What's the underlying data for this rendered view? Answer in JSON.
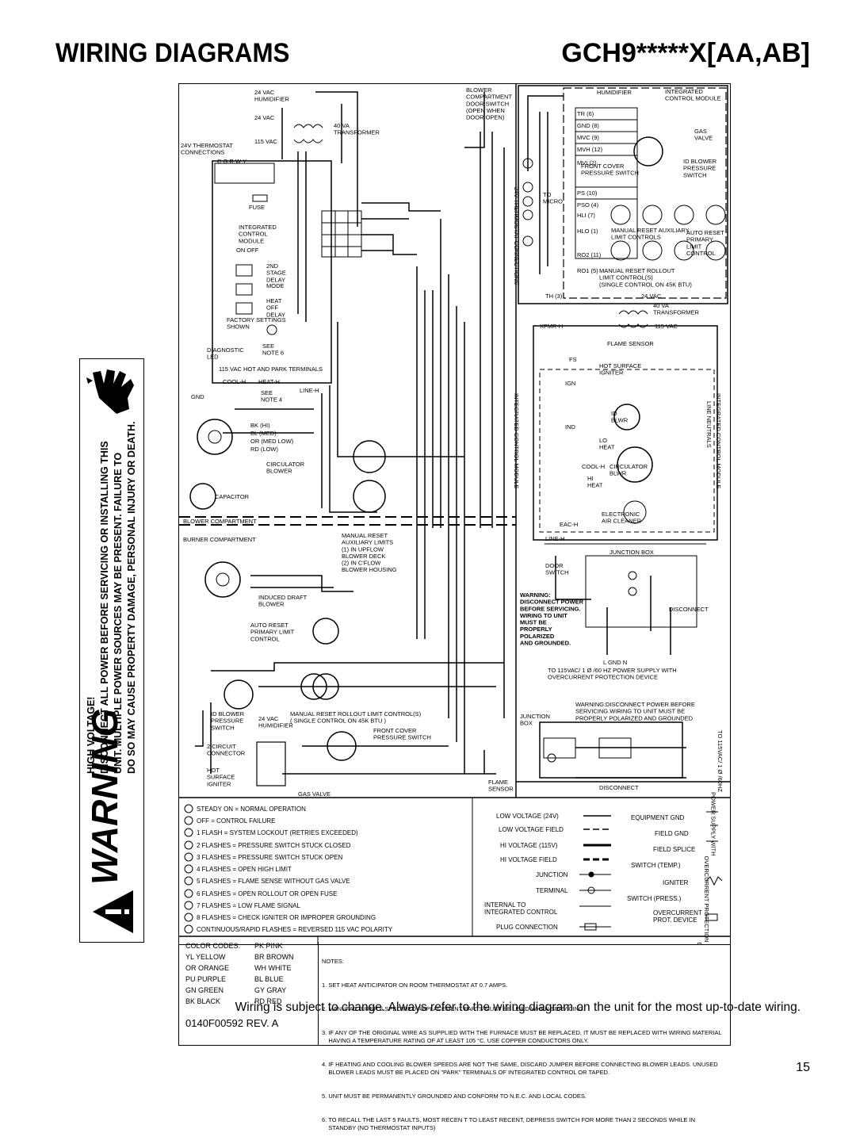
{
  "header": {
    "title": "WIRING DIAGRAMS",
    "model": "GCH9*****X[AA,AB]"
  },
  "warning": {
    "word": "WARNING",
    "lines": [
      "HIGH VOLTAGE!",
      "DISCONNECT ALL POWER BEFORE SERVICING OR INSTALLING THIS",
      "UNIT. MULTIPLE POWER SOURCES MAY BE PRESENT. FAILURE TO",
      "DO SO MAY CAUSE PROPERTY DAMAGE, PERSONAL INJURY OR DEATH."
    ]
  },
  "diagram": {
    "left_labels": {
      "humidifier_24vac": "24 VAC\nHUMIDIFIER",
      "vac24": "24 VAC",
      "vac115": "115 VAC",
      "transformer": "40 VA\nTRANSFORMER",
      "thermostat": "24V THERMOSTAT\nCONNECTIONS",
      "terminals": "C  G  R  W  Y",
      "fuse": "FUSE",
      "icm": "INTEGRATED\nCONTROL\nMODULE",
      "onoff": "ON   OFF",
      "stage": "2ND\nSTAGE\nDELAY",
      "mode": "MODE",
      "heat": "HEAT\nOFF\nDELAY",
      "factory": "FACTORY SETTINGS\nSHOWN",
      "diag": "DIAGNOSTIC\nLED",
      "seenote6": "SEE\nNOTE 6",
      "hotpark": "115 VAC HOT AND PARK TERMINALS",
      "coolh": "COOL-H",
      "heath": "HEAT-H",
      "lineh": "LINE-H",
      "seenote4": "SEE\nNOTE 4",
      "gnd": "GND",
      "speeds": [
        "BK (HI)",
        "BL (MED)",
        "OR (MED LOW)",
        "RD (LOW)"
      ],
      "circulator": "CIRCULATOR\nBLOWER",
      "capacitor": "CAPACITOR",
      "blower_comp": "BLOWER COMPARTMENT",
      "burner_comp": "BURNER COMPARTMENT",
      "inducer": "INDUCED DRAFT\nBLOWER",
      "auto_reset": "AUTO RESET\nPRIMARY LIMIT\nCONTROL",
      "manual_reset": "MANUAL RESET\nAUXILIARY LIMITS\n(1) IN UPFLOW\nBLOWER DECK\n(2) IN C'FLOW\nBLOWER HOUSING",
      "idblower": "ID BLOWER\nPRESSURE\nSWITCH",
      "humid2": "24 VAC\nHUMIDIFIER",
      "rollout": "MANUAL RESET ROLLOUT LIMIT CONTROL(S)\n( SINGLE CONTROL ON 45K BTU )",
      "frontcover": "FRONT COVER\nPRESSURE SWITCH",
      "circuit2": "2 CIRCUIT\nCONNECTOR",
      "igniter": "HOT\nSURFACE\nIGNITER",
      "gasvalve": "GAS VALVE",
      "flamesensor": "FLAME\nSENSOR",
      "junction": "JUNCTION\nBOX"
    },
    "right_labels": {
      "blower_door": "BLOWER\nCOMPARTMENT\nDOOR SWITCH\n(OPEN WHEN\nDOOR OPEN)",
      "humidifier": "HUMIDIFIER",
      "icm": "INTEGRATED\nCONTROL MODULE",
      "gas_valve": "GAS\nVALVE",
      "idblower": "ID BLOWER\nPRESSURE\nSWITCH",
      "front_cover": "FRONT COVER\nPRESSURE SWITCH",
      "auto_reset": "AUTO RESET\nPRIMARY\nLIMIT\nCONTROL",
      "aux": "MANUAL RESET AUXILIARY\nLIMIT CONTROLS",
      "rollout": "MANUAL RESET ROLLOUT\nLIMIT CONTROL(S)\n(SINGLE CONTROL ON 45K BTU)",
      "transformer": "40 VA\nTRANSFORMER",
      "pins": [
        "TR (6)",
        "GND (8)",
        "MVC (9)",
        "MVH (12)",
        "MVL(2)",
        "PS (10)",
        "PSO (4)",
        "HLI (7)",
        "HLO (1)",
        "RO2 (11)",
        "RO1 (5)",
        "TH (3)"
      ],
      "thermostat": "24V THERMOSTAT CONNECTIONS",
      "tomicro": "TO\nMICRO",
      "icm_vert": "INTEGRATED CONTROL MODULE",
      "icm_vert2": "INTEGRATED CONTROL MODULE",
      "line_neutrals": "LINE NEUTRALS",
      "xfmr": "XFMR-H",
      "vac115": "115 VAC",
      "vac24": "24 VAC",
      "flame": "FLAME SENSOR",
      "fs": "FS",
      "hsi": "HOT SURFACE\nIGNITER",
      "ign": "IGN",
      "ind": "IND",
      "idblwr": "ID\nBLWR",
      "lo_heat": "LO\nHEAT",
      "hi_heat": "HI\nHEAT",
      "coolh": "COOL-H",
      "circ": "CIRCULATOR\nBLWR",
      "eac": "EAC-H",
      "eac_label": "ELECTRONIC\nAIR CLEANER",
      "lineh": "LINE-H",
      "jbox": "JUNCTION BOX",
      "door": "DOOR\nSWITCH",
      "warn2": "WARNING:\nDISCONNECT POWER\nBEFORE SERVICING.\nWIRING TO UNIT\nMUST BE\nPROPERLY\nPOLARIZED\nAND GROUNDED.",
      "disconnect": "DISCONNECT",
      "lgn": "L    GND    N",
      "supply": "TO 115VAC/ 1 Ø /60 HZ POWER SUPPLY WITH\nOVERCURRENT PROTECTION DEVICE",
      "warn3": "WARNING:DISCONNECT POWER BEFORE\nSERVICING.WIRING TO UNIT MUST BE\nPROPERLY POLARIZED AND GROUNDED",
      "side_supply": "TO 115VAC/ 1 Ø /60HZ\nPOWER SUPPLY WITH\nOVERCURRENT PROTECTION\nDEVICE",
      "disc2": "DISCONNECT"
    },
    "flash_codes": [
      "STEADY ON = NORMAL OPERATION",
      "OFF             = CONTROL FAILURE",
      "1 FLASH     = SYSTEM LOCKOUT (RETRIES EXCEEDED)",
      "2 FLASHES  = PRESSURE SWITCH STUCK CLOSED",
      "3 FLASHES  = PRESSURE SWITCH STUCK OPEN",
      "4 FLASHES  = OPEN HIGH LIMIT",
      "5 FLASHES  = FLAME SENSE WITHOUT GAS VALVE",
      "6 FLASHES  = OPEN ROLLOUT OR OPEN FUSE",
      "7 FLASHES  = LOW FLAME SIGNAL",
      "8 FLASHES  = CHECK IGNITER OR IMPROPER GROUNDING",
      "CONTINUOUS/RAPID FLASHES = REVERSED 115 VAC POLARITY"
    ],
    "legend_left": [
      "LOW VOLTAGE (24V)",
      "LOW VOLTAGE FIELD",
      "HI VOLTAGE (115V)",
      "HI VOLTAGE FIELD",
      "JUNCTION",
      "TERMINAL",
      "INTERNAL TO\nINTEGRATED CONTROL",
      "PLUG CONNECTION"
    ],
    "legend_right": [
      "EQUIPMENT GND",
      "FIELD GND",
      "FIELD SPLICE",
      "SWITCH (TEMP.)",
      "IGNITER",
      "SWITCH (PRESS.)",
      "OVERCURRENT\nPROT. DEVICE"
    ],
    "color_codes_title": "COLOR CODES:",
    "color_codes": [
      [
        "YL YELLOW",
        "BR BROWN"
      ],
      [
        "OR ORANGE",
        "WH WHITE"
      ],
      [
        "PU PURPLE",
        "BL BLUE"
      ],
      [
        "GN GREEN",
        "GY GRAY"
      ],
      [
        "BK BLACK",
        "RD RED"
      ]
    ],
    "color_codes_first_right": "PK PINK",
    "doc_number": "0140F00592  REV. A",
    "notes_title": "NOTES:",
    "notes": [
      "1. SET HEAT ANTICIPATOR ON ROOM THERMOSTAT AT 0.7 AMPS.",
      "2. MANUFACTURER'S SPECIFIED REPLACEMENT PARTS MUST BE USED WHEN SERVICING.",
      "3. IF ANY OF THE ORIGINAL WIRE AS SUPPLIED WITH THE FURNACE MUST BE REPLACED, IT MUST BE REPLACED WITH WIRING MATERIAL\n    HAVING A TEMPERATURE RATING OF AT LEAST 105 °C. USE COPPER CONDUCTORS ONLY.",
      "4. IF HEATING AND COOLING BLOWER SPEEDS ARE NOT THE SAME, DISCARD JUMPER BEFORE CONNECTING BLOWER LEADS. UNUSED\n    BLOWER LEADS MUST BE PLACED ON \"PARK\" TERMINALS OF INTEGRATED CONTROL OR TAPED.",
      "5. UNIT MUST BE PERMANENTLY GROUNDED AND CONFORM TO N.E.C. AND LOCAL CODES.",
      "6. TO RECALL THE LAST 5 FAULTS, MOST RECEN T TO LEAST RECENT, DEPRESS SWITCH FOR MORE THAN 2 SECONDS WHILE IN\n    STANDBY (NO THERMOSTAT INPUTS)"
    ]
  },
  "footer": {
    "note": "Wiring is subject to change.  Always refer to the wiring diagram on the unit for the most up-to-date wiring.",
    "page": "15"
  }
}
